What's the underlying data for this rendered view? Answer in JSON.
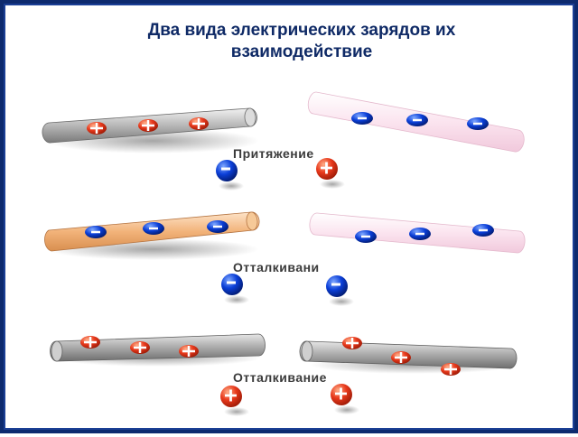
{
  "title": "Два вида электрических зарядов их взаимодействие",
  "interactions": [
    {
      "label": "Притяжение",
      "left_charge": "-",
      "right_charge": "+"
    },
    {
      "label": "Отталкивани",
      "left_charge": "-",
      "right_charge": "-"
    },
    {
      "label": "Отталкивание",
      "left_charge": "+",
      "right_charge": "+"
    }
  ],
  "colors": {
    "frame": "#0d2a6e",
    "title": "#0f2a66",
    "positive": "#e8391c",
    "negative": "#0b3fd8",
    "glass_rod": "#c8c8c8",
    "silk_rod": "#fbe4ef",
    "amber_rod": "#f2b37a",
    "metal_rod": "#a9a9a9"
  }
}
